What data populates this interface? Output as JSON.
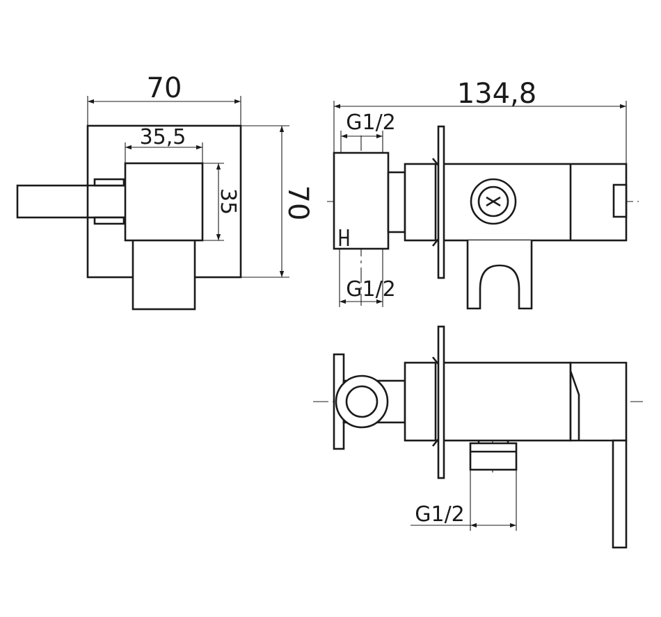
{
  "dimensions": {
    "front_width": "70",
    "front_height": "70",
    "inner_width": "35,5",
    "inner_height": "35",
    "side_length": "134,8",
    "thread_top": "G1/2",
    "thread_left_bottom": "G1/2",
    "thread_bottom_outlet": "G1/2"
  }
}
